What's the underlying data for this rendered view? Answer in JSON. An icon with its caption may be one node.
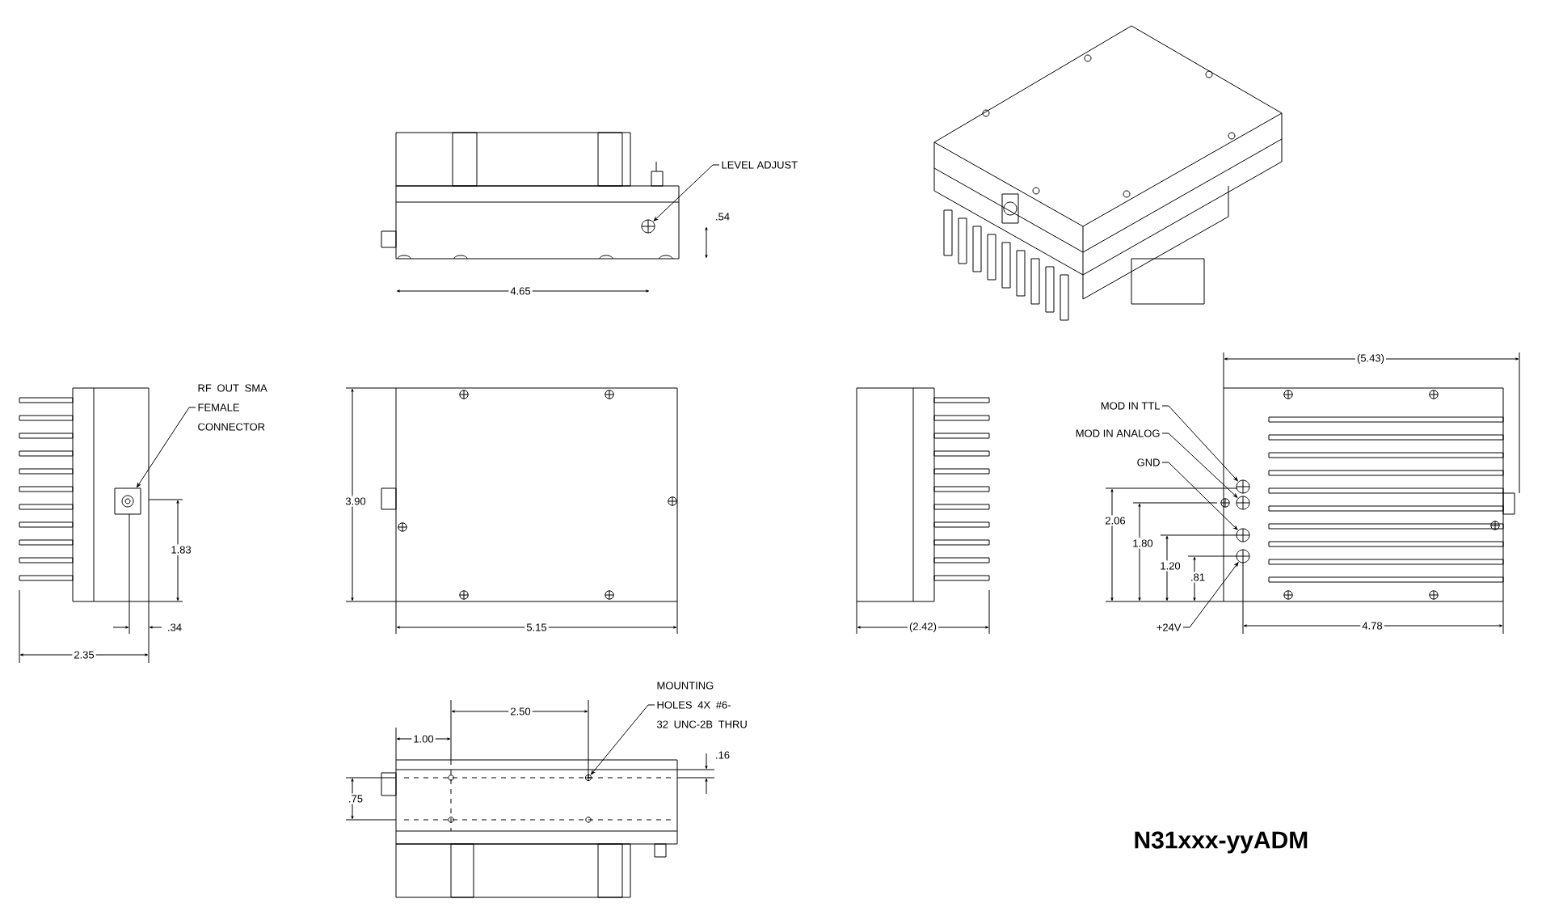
{
  "diagram": {
    "nodes": [
      {
        "text": [
          "LEVEL ADJUST"
        ]
      },
      {
        "text": [],
        "shape": "circle"
      },
      {
        "text": [
          "RF OUT SMA FEMALE CONNECTOR"
        ]
      },
      {
        "text": [],
        "shape": "box"
      },
      {
        "text": [
          "MOD IN TTL"
        ]
      },
      {
        "text": [
          "MOD IN ANALOG"
        ]
      },
      {
        "text": [
          "GND"
        ]
      },
      {
        "text": [],
        "shape": "circle"
      },
      {
        "text": [],
        "shape": "circle"
      },
      {
        "text": [],
        "shape": "circle"
      },
      {
        "text": [],
        "shape": "circle"
      },
      {
        "text": [
          "+24V"
        ]
      },
      {
        "text": [
          "MOUNTING HOLES 4X #6-32 UNC-2B THRU"
        ]
      },
      {
        "text": [],
        "shape": "circle"
      }
    ],
    "edges": [
      {
        "from": 0,
        "to": 1,
        "arrow": "to"
      },
      {
        "from": 2,
        "to": 3,
        "arrow": "to"
      },
      {
        "from": 4,
        "to": 7,
        "arrow": "to"
      },
      {
        "from": 5,
        "to": 8,
        "arrow": "to"
      },
      {
        "from": 6,
        "to": 9,
        "arrow": "to"
      },
      {
        "from": 11,
        "to": 10,
        "arrow": "to"
      },
      {
        "from": 12,
        "to": 13,
        "arrow": "to"
      }
    ],
    "labels": [
      "4.65",
      ".54",
      "1.83",
      ".34",
      "2.35",
      "3.90",
      "5.15",
      "(2.42)",
      "(5.43)",
      "2.06",
      "1.80",
      "1.20",
      ".81",
      "4.78",
      "2.50",
      "1.00",
      ".16",
      ".75",
      "N31xxx-yyADM"
    ]
  }
}
